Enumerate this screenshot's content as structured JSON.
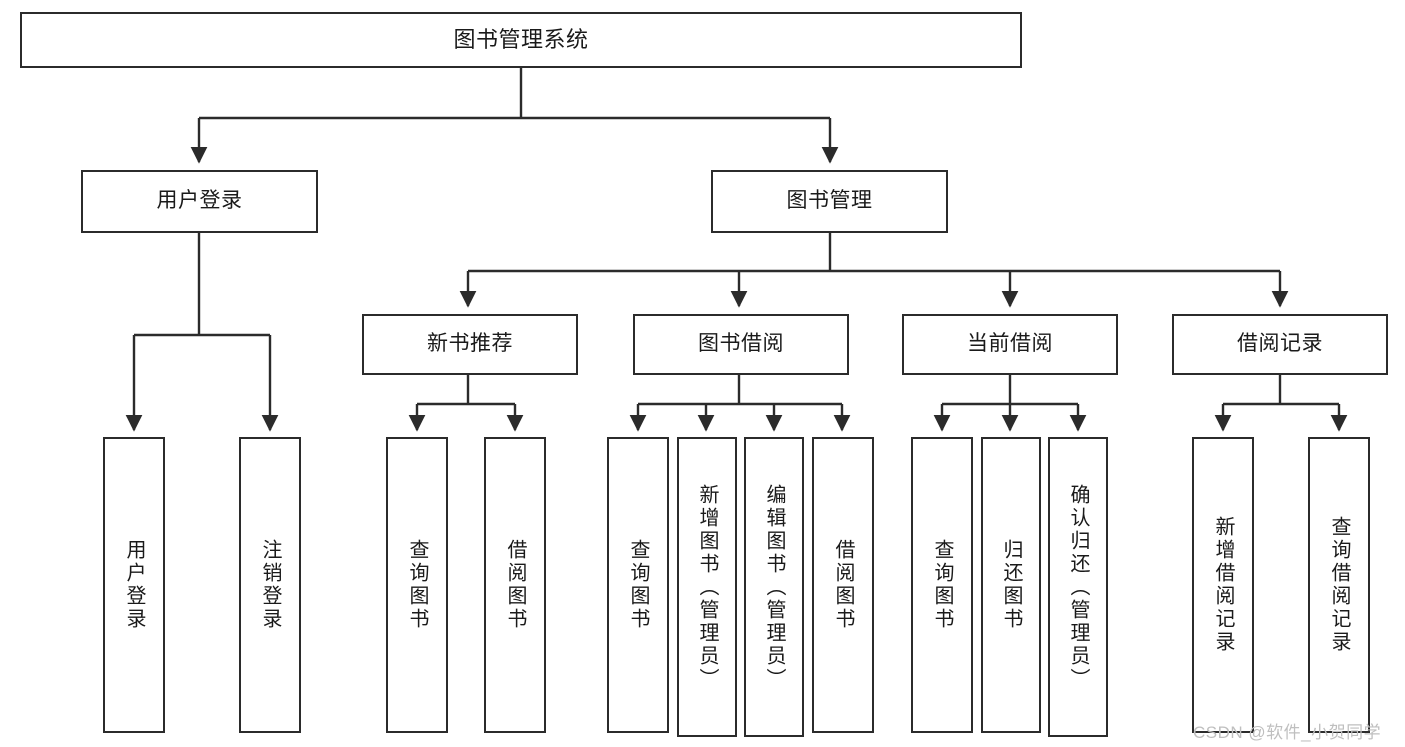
{
  "diagram": {
    "title": "图书管理系统",
    "type": "tree",
    "orientation": "top-down",
    "colors": {
      "box_border": "#2b2b2b",
      "box_fill": "#ffffff",
      "edge": "#2b2b2b",
      "text": "#1a1a1a",
      "watermark": "#bfbfbf",
      "background": "#ffffff"
    },
    "nodes": {
      "root": {
        "label": "图书管理系统",
        "level": 0
      },
      "l1": [
        {
          "id": "user-login",
          "label": "用户登录",
          "level": 1
        },
        {
          "id": "book-manage",
          "label": "图书管理",
          "level": 1
        }
      ],
      "l2": [
        {
          "id": "new-book-recommend",
          "label": "新书推荐",
          "level": 2,
          "parent": "book-manage"
        },
        {
          "id": "book-borrow",
          "label": "图书借阅",
          "level": 2,
          "parent": "book-manage"
        },
        {
          "id": "current-borrow",
          "label": "当前借阅",
          "level": 2,
          "parent": "book-manage"
        },
        {
          "id": "borrow-record",
          "label": "借阅记录",
          "level": 2,
          "parent": "book-manage"
        }
      ],
      "leaves": [
        {
          "id": "leaf-user-login",
          "label": "用户登录",
          "parent": "user-login"
        },
        {
          "id": "leaf-user-logout",
          "label": "注销登录",
          "parent": "user-login"
        },
        {
          "id": "leaf-query-book-1",
          "label": "查询图书",
          "parent": "new-book-recommend"
        },
        {
          "id": "leaf-borrow-book-1",
          "label": "借阅图书",
          "parent": "new-book-recommend"
        },
        {
          "id": "leaf-query-book-2",
          "label": "查询图书",
          "parent": "book-borrow"
        },
        {
          "id": "leaf-add-book",
          "label": "新增图书（管理员）",
          "parent": "book-borrow"
        },
        {
          "id": "leaf-edit-book",
          "label": "编辑图书（管理员）",
          "parent": "book-borrow"
        },
        {
          "id": "leaf-borrow-book-2",
          "label": "借阅图书",
          "parent": "book-borrow"
        },
        {
          "id": "leaf-query-book-3",
          "label": "查询图书",
          "parent": "current-borrow"
        },
        {
          "id": "leaf-return-book",
          "label": "归还图书",
          "parent": "current-borrow"
        },
        {
          "id": "leaf-confirm-return",
          "label": "确认归还（管理员）",
          "parent": "current-borrow"
        },
        {
          "id": "leaf-add-record",
          "label": "新增借阅记录",
          "parent": "borrow-record"
        },
        {
          "id": "leaf-query-record",
          "label": "查询借阅记录",
          "parent": "borrow-record"
        }
      ]
    },
    "watermark": "CSDN @软件_小贺同学"
  }
}
